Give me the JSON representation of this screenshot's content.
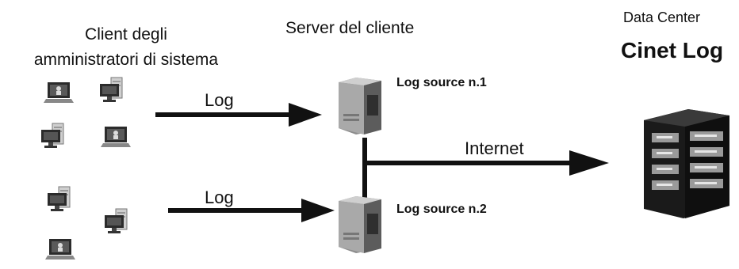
{
  "admins": {
    "title_line1": "Client degli",
    "title_line2": "amministratori di sistema"
  },
  "server": {
    "title": "Server del cliente",
    "source1": "Log source n.1",
    "source2": "Log source n.2"
  },
  "datacenter": {
    "title": "Data Center",
    "name": "Cinet Log"
  },
  "arrows": {
    "log1": "Log",
    "log2": "Log",
    "internet": "Internet"
  }
}
